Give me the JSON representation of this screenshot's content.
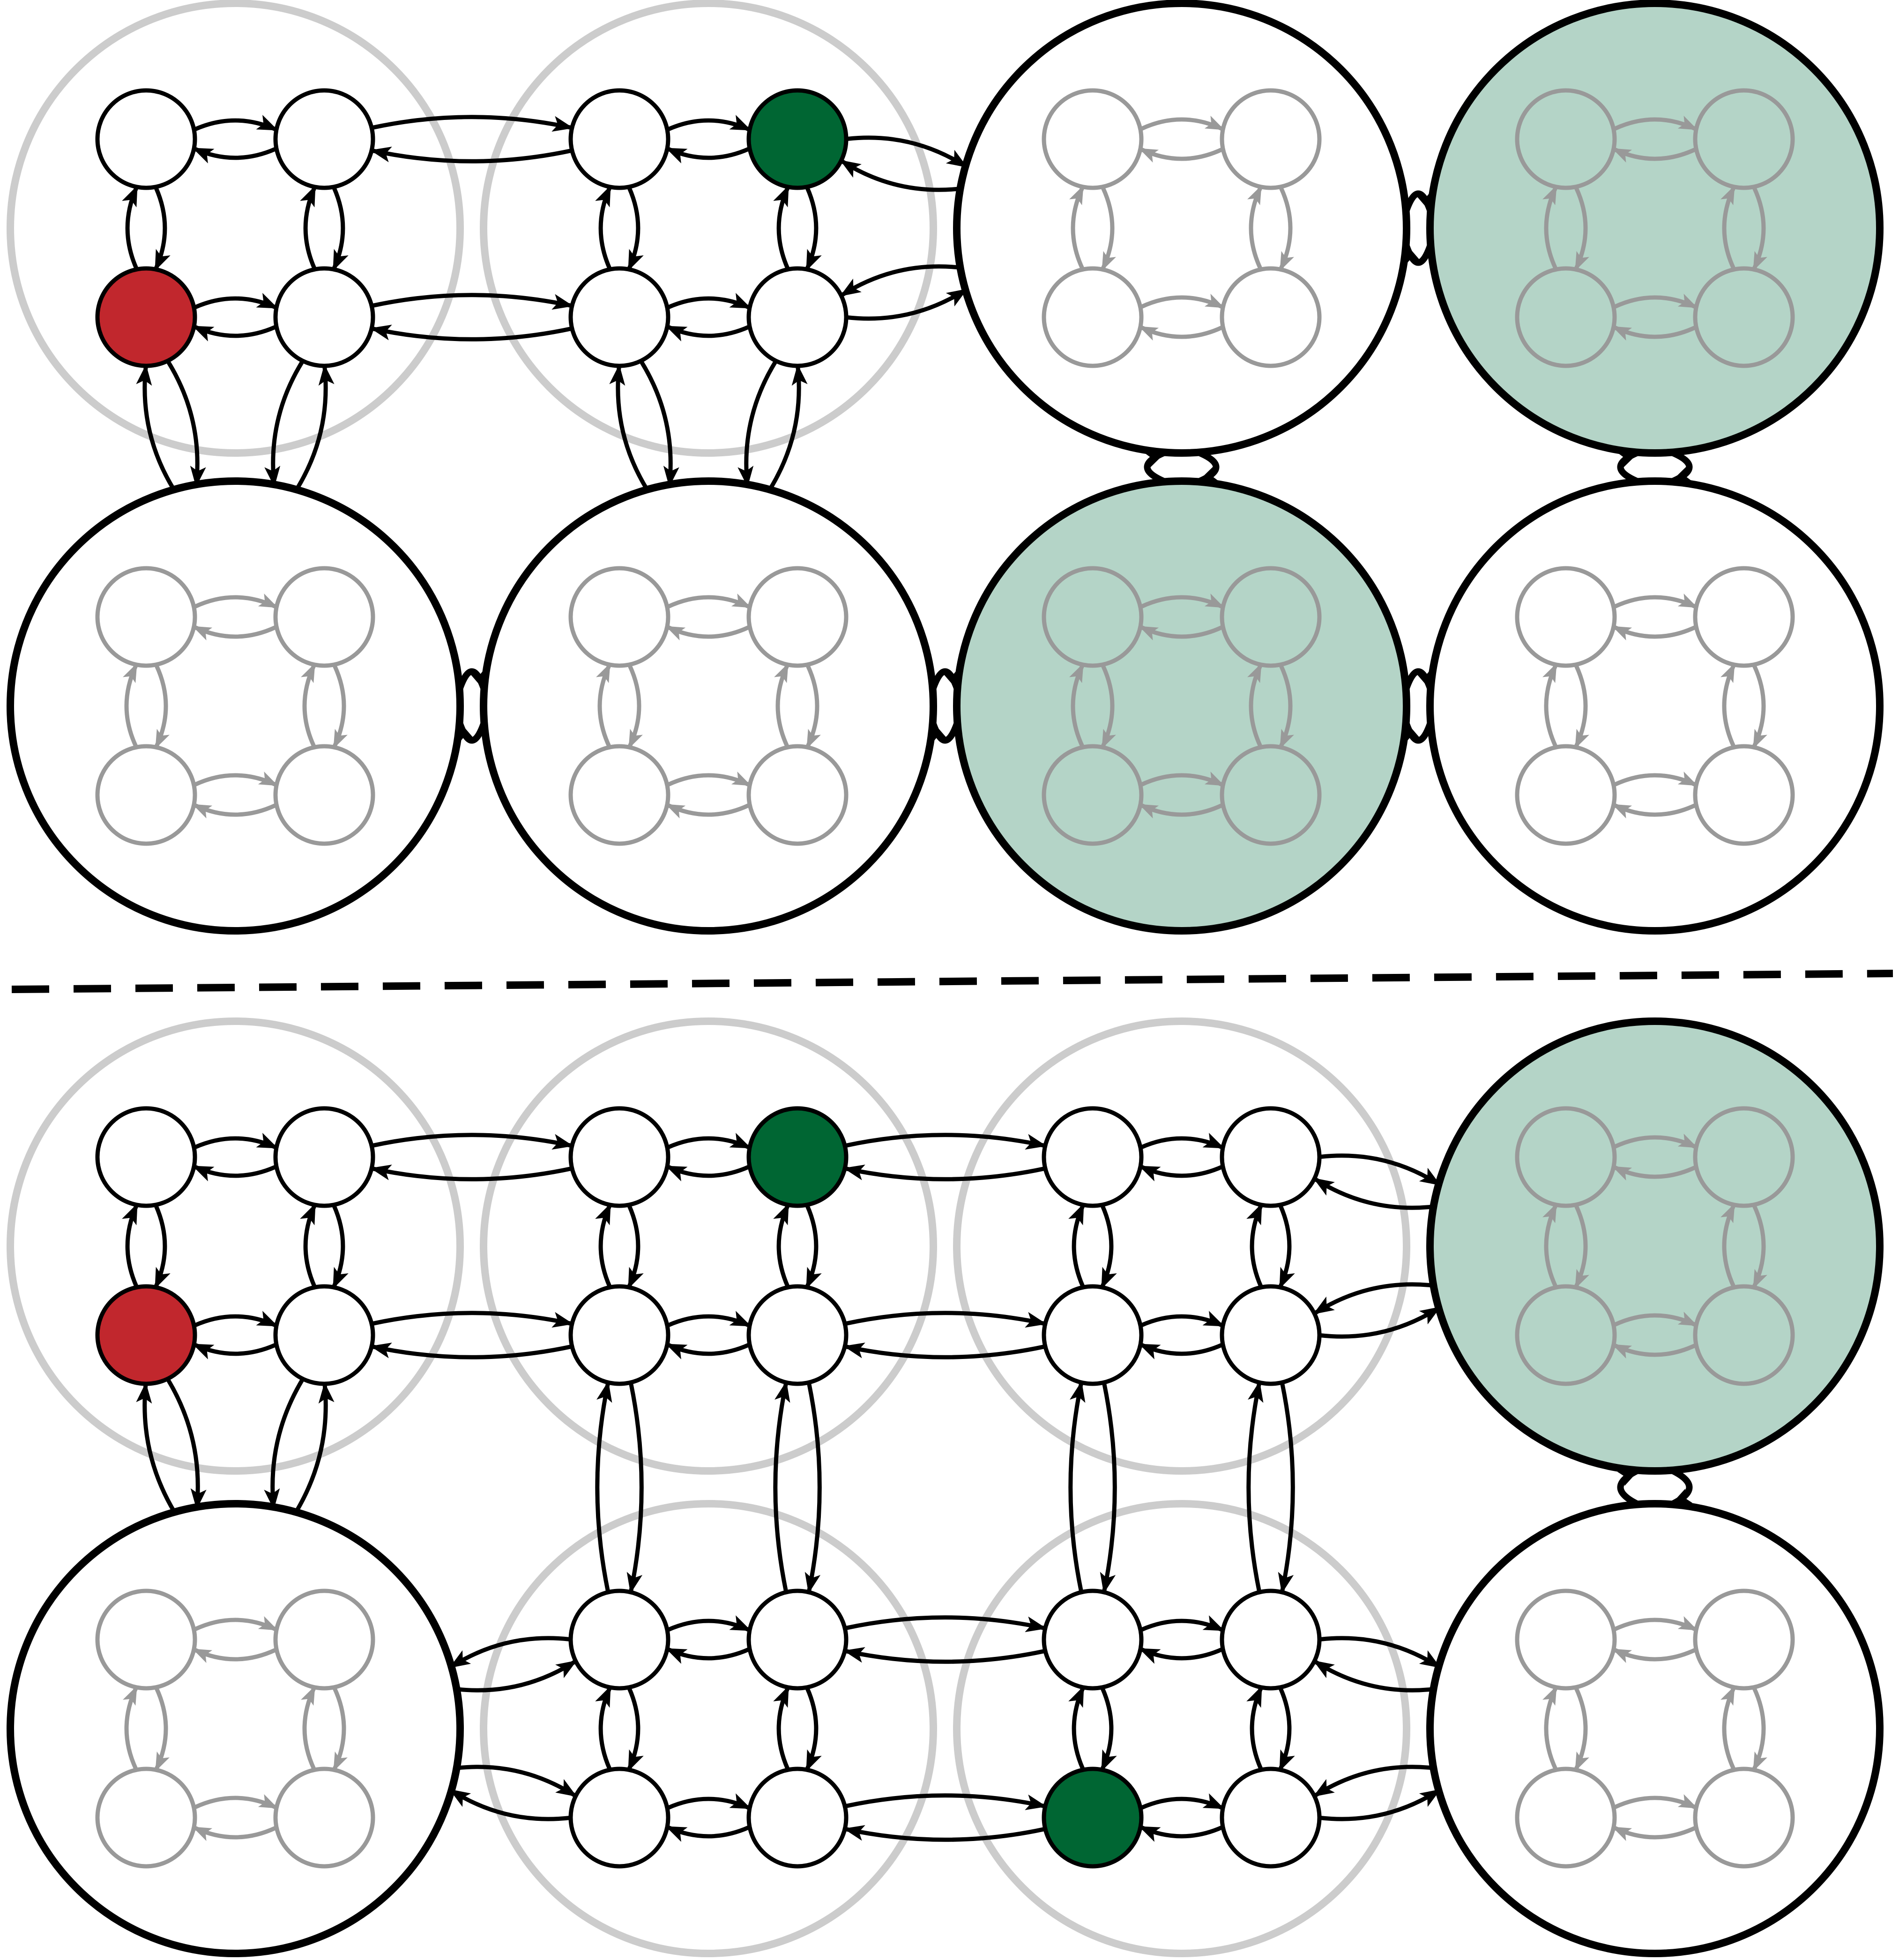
{
  "colors": {
    "background": "#ffffff",
    "edge": "#000000",
    "inner_edge_gray": "#999999",
    "expanded_outline_gray": "#cccccc",
    "start_node_red": "#c1272d",
    "goal_node_green": "#006633",
    "goal_cluster_fill": "#b4d4c7",
    "empty_fill": "#ffffff"
  },
  "panels": [
    {
      "name": "top-panel",
      "clusters": [
        {
          "col": 0,
          "row": 0,
          "state": "expanded",
          "goal": false,
          "nodes": [
            "",
            "",
            "start",
            ""
          ]
        },
        {
          "col": 1,
          "row": 0,
          "state": "expanded",
          "goal": false,
          "nodes": [
            "",
            "goal",
            "",
            ""
          ]
        },
        {
          "col": 2,
          "row": 0,
          "state": "collapsed",
          "goal": false
        },
        {
          "col": 3,
          "row": 0,
          "state": "collapsed",
          "goal": true
        },
        {
          "col": 0,
          "row": 1,
          "state": "collapsed",
          "goal": false
        },
        {
          "col": 1,
          "row": 1,
          "state": "collapsed",
          "goal": false
        },
        {
          "col": 2,
          "row": 1,
          "state": "collapsed",
          "goal": true
        },
        {
          "col": 3,
          "row": 1,
          "state": "collapsed",
          "goal": false
        }
      ]
    },
    {
      "name": "bottom-panel",
      "clusters": [
        {
          "col": 0,
          "row": 0,
          "state": "expanded",
          "goal": false,
          "nodes": [
            "",
            "",
            "start",
            ""
          ]
        },
        {
          "col": 1,
          "row": 0,
          "state": "expanded",
          "goal": false,
          "nodes": [
            "",
            "goal",
            "",
            ""
          ]
        },
        {
          "col": 2,
          "row": 0,
          "state": "expanded",
          "goal": false,
          "nodes": [
            "",
            "",
            "",
            ""
          ]
        },
        {
          "col": 3,
          "row": 0,
          "state": "collapsed",
          "goal": true
        },
        {
          "col": 0,
          "row": 1,
          "state": "collapsed",
          "goal": false
        },
        {
          "col": 1,
          "row": 1,
          "state": "expanded",
          "goal": false,
          "nodes": [
            "",
            "",
            "",
            ""
          ]
        },
        {
          "col": 2,
          "row": 1,
          "state": "expanded",
          "goal": false,
          "nodes": [
            "",
            "",
            "goal",
            ""
          ]
        },
        {
          "col": 3,
          "row": 1,
          "state": "collapsed",
          "goal": false
        }
      ]
    }
  ]
}
